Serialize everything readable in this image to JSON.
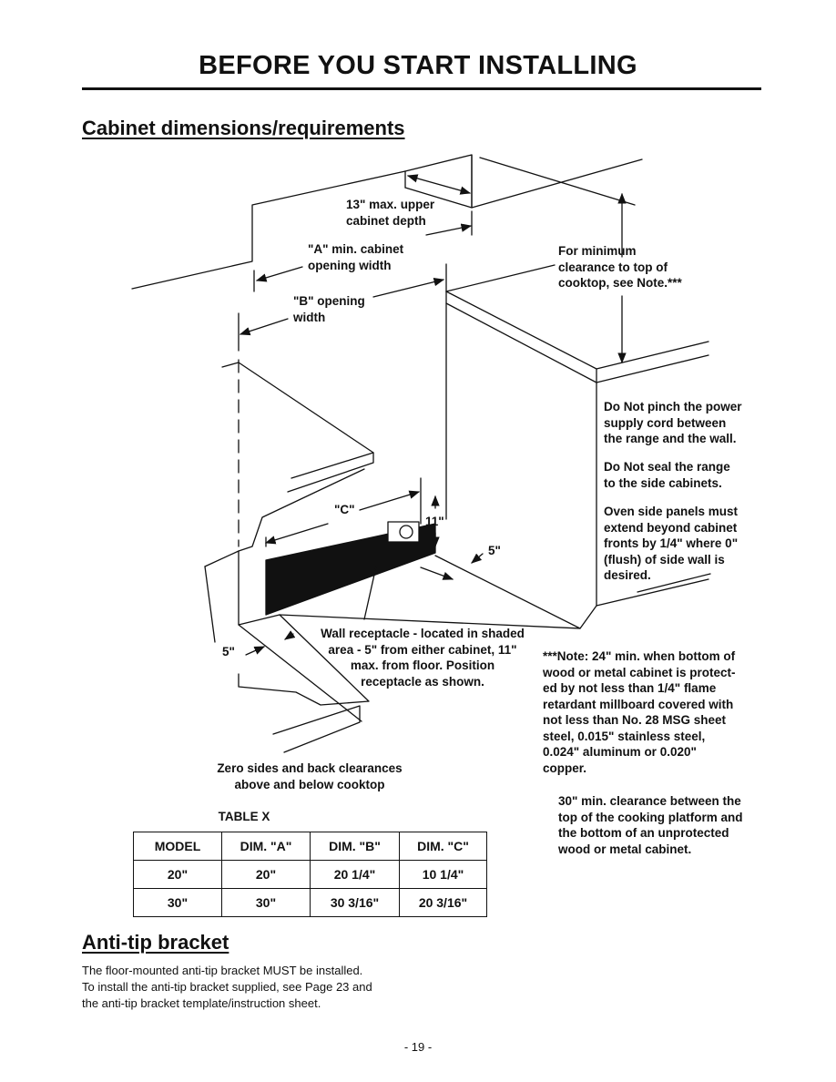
{
  "page": {
    "title": "BEFORE YOU START INSTALLING",
    "page_number": "- 19 -"
  },
  "cabinet_section": {
    "heading": "Cabinet dimensions/requirements",
    "labels": {
      "upper_depth": "13\" max. upper\ncabinet depth",
      "a_opening": "\"A\" min. cabinet\nopening width",
      "b_opening": "\"B\" opening\nwidth",
      "min_clearance": "For minimum\nclearance to top of\ncooktop, see Note.***",
      "c_label": "\"C\"",
      "eleven_in": "11\"",
      "five_in_right": "5\"",
      "five_in_left": "5\"",
      "receptacle": "Wall receptacle - located in shaded\narea - 5\" from either cabinet, 11\"\nmax. from floor. Position\nreceptacle as shown.",
      "zero_clearance": "Zero sides and back clearances\nabove and below cooktop"
    },
    "notes": [
      "Do Not pinch the power\nsupply cord between\nthe range and the wall.",
      "Do Not seal the range\nto the side cabinets.",
      "Oven side panels must\nextend beyond cabinet\nfronts by 1/4\" where 0\"\n(flush) of side wall is\ndesired."
    ],
    "note_24": "***Note: 24\" min. when bottom of\nwood or metal cabinet is protect-\ned by not less than 1/4\" flame\nretardant millboard covered with\nnot less than No. 28 MSG sheet\nsteel, 0.015\" stainless steel,\n0.024\" aluminum or 0.020\"\ncopper.",
    "note_30": "30\" min. clearance between the\ntop of the cooking platform and\nthe bottom of an unprotected\nwood or metal cabinet."
  },
  "table": {
    "caption": "TABLE X",
    "headers": [
      "MODEL",
      "DIM. \"A\"",
      "DIM. \"B\"",
      "DIM. \"C\""
    ],
    "rows": [
      [
        "20\"",
        "20\"",
        "20 1/4\"",
        "10 1/4\""
      ],
      [
        "30\"",
        "30\"",
        "30 3/16\"",
        "20 3/16\""
      ]
    ]
  },
  "antitip_section": {
    "heading": "Anti-tip bracket",
    "text": "The floor-mounted anti-tip bracket MUST be installed.\nTo install the anti-tip bracket supplied, see Page 23 and\nthe anti-tip bracket template/instruction sheet."
  }
}
